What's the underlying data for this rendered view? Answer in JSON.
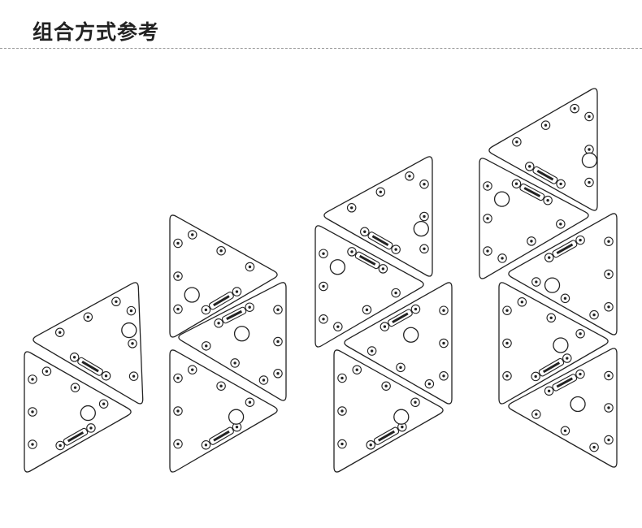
{
  "header": {
    "title": "组合方式参考"
  },
  "colors": {
    "line": "#222222",
    "background": "#ffffff",
    "divider": "#9a9a9a"
  },
  "groups": [
    {
      "name": "combo-two-panels",
      "panel_count": 2
    },
    {
      "name": "combo-three-panels",
      "panel_count": 3
    },
    {
      "name": "combo-four-panels",
      "panel_count": 4
    },
    {
      "name": "combo-five-panels",
      "panel_count": 5
    }
  ]
}
